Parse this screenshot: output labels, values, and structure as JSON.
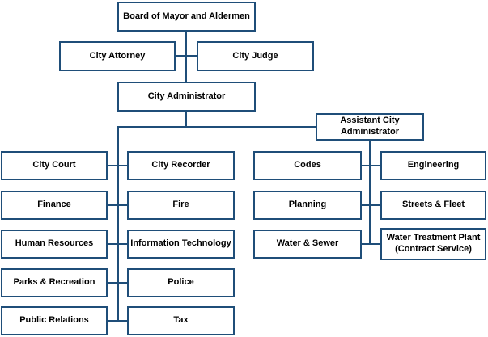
{
  "diagram": {
    "type": "org-chart",
    "colors": {
      "box_border": "#1F4E79",
      "connector": "#1F4E79",
      "box_fill": "#FFFFFF",
      "text": "#000000",
      "page_background": "#FFFFFF"
    }
  },
  "nodes": {
    "board": {
      "label": "Board of Mayor and Aldermen"
    },
    "city_attorney": {
      "label": "City Attorney"
    },
    "city_judge": {
      "label": "City Judge"
    },
    "city_administrator": {
      "label": "City Administrator"
    },
    "assistant_city_administrator": {
      "label": "Assistant City Administrator"
    },
    "city_court": {
      "label": "City Court"
    },
    "finance": {
      "label": "Finance"
    },
    "human_resources": {
      "label": "Human Resources"
    },
    "parks_recreation": {
      "label": "Parks & Recreation"
    },
    "public_relations": {
      "label": "Public Relations"
    },
    "city_recorder": {
      "label": "City Recorder"
    },
    "fire": {
      "label": "Fire"
    },
    "information_technology": {
      "label": "Information Technology"
    },
    "police": {
      "label": "Police"
    },
    "tax": {
      "label": "Tax"
    },
    "codes": {
      "label": "Codes"
    },
    "planning": {
      "label": "Planning"
    },
    "water_sewer": {
      "label": "Water & Sewer"
    },
    "engineering": {
      "label": "Engineering"
    },
    "streets_fleet": {
      "label": "Streets & Fleet"
    },
    "water_treatment_plant": {
      "label": "Water Treatment Plant (Contract Service)",
      "line1": "Water Treatment Plant",
      "line2": "(Contract Service)"
    }
  }
}
